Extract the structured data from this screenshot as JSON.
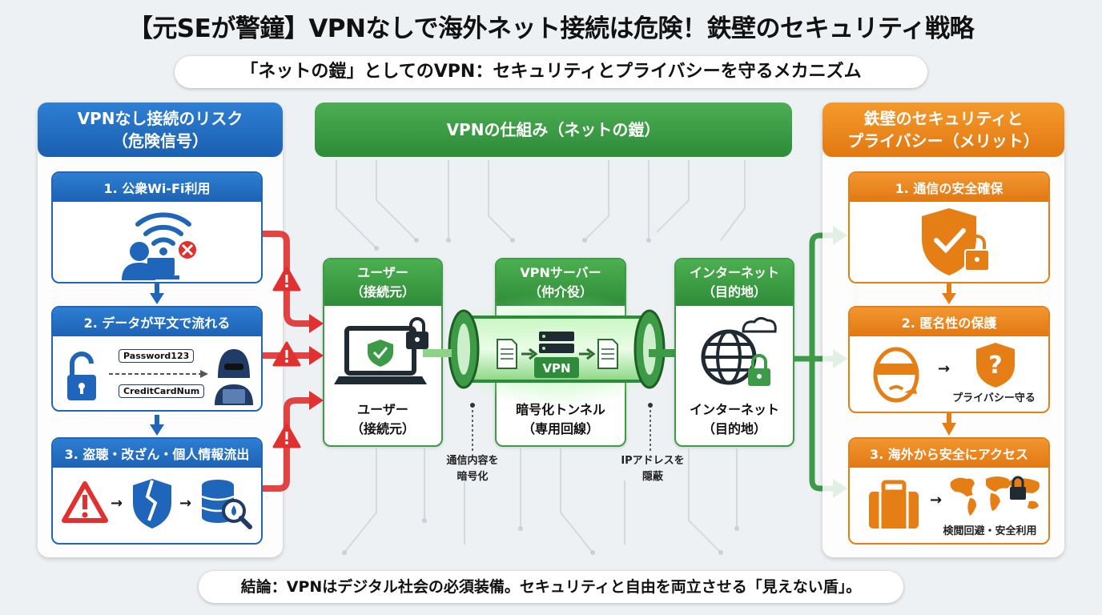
{
  "title": "【元SEが警鐘】VPNなしで海外ネット接続は危険！鉄壁のセキュリティ戦略",
  "subtitle": "「ネットの鎧」としてのVPN：セキュリティとプライバシーを守るメカニズム",
  "left_panel": {
    "heading_line1": "VPNなし接続のリスク",
    "heading_line2": "（危険信号）",
    "cards": [
      {
        "label": "1. 公衆Wi-Fi利用"
      },
      {
        "label": "2. データが平文で流れる",
        "pill1": "Password123",
        "pill2": "CreditCardNum"
      },
      {
        "label": "3. 盗聴・改ざん・個人情報流出"
      }
    ]
  },
  "center_panel": {
    "heading": "VPNの仕組み（ネットの鎧）",
    "user": {
      "head_line1": "ユーザー",
      "head_line2": "（接続元）",
      "foot_line1": "ユーザー",
      "foot_line2": "（接続元）"
    },
    "server": {
      "head_line1": "VPNサーバー",
      "head_line2": "（仲介役）",
      "foot_line1": "暗号化トンネル",
      "foot_line2": "（専用回線）",
      "badge": "VPN"
    },
    "internet": {
      "head_line1": "インターネット",
      "head_line2": "（目的地）",
      "foot_line1": "インターネット",
      "foot_line2": "（目的地）"
    },
    "note_left_line1": "通信内容を",
    "note_left_line2": "暗号化",
    "note_right_line1": "IPアドレスを",
    "note_right_line2": "隠蔽"
  },
  "right_panel": {
    "heading_line1": "鉄壁のセキュリティと",
    "heading_line2": "プライバシー（メリット）",
    "cards": [
      {
        "label": "1. 通信の安全確保"
      },
      {
        "label": "2. 匿名性の保護",
        "caption": "プライバシー守る"
      },
      {
        "label": "3. 海外から安全にアクセス",
        "caption": "検閲回避・安全利用"
      }
    ]
  },
  "conclusion": "結論：VPNはデジタル社会の必須装備。セキュリティと自由を両立させる「見えない盾」。",
  "colors": {
    "blue": "#1f66bb",
    "green": "#3d9a46",
    "orange": "#e67e16",
    "danger_red": "#e03030"
  }
}
